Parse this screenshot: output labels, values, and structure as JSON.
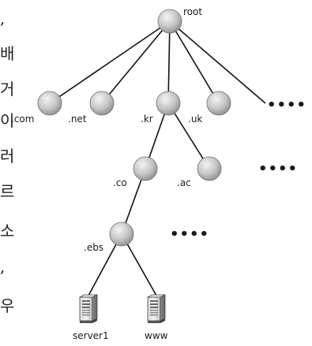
{
  "margin_text": [
    ",",
    "배",
    "거",
    "이",
    "러",
    "르",
    "소",
    ",",
    "우"
  ],
  "nodes": {
    "root": "root",
    "com": ".com",
    "net": ".net",
    "kr": ".kr",
    "uk": ".uk",
    "co": ".co",
    "ac": ".ac",
    "ebs": ".ebs"
  },
  "ellipsis": {
    "level1": "••••",
    "level2": "••••",
    "level3": "••••"
  },
  "servers": {
    "server1": "server1",
    "www": "www"
  },
  "colors": {
    "node_light": "#f2f2f2",
    "node_dark": "#8c8c8c",
    "line": "#111111"
  }
}
